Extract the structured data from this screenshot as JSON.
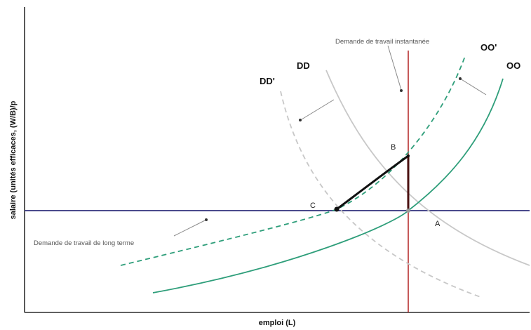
{
  "diagram": {
    "axes": {
      "xlabel": "emploi (L)",
      "ylabel": "salaire (unités efficaces, (W/B)/p"
    },
    "curves": [
      {
        "key": "dd",
        "label": "DD"
      },
      {
        "key": "ddp",
        "label": "DD'"
      },
      {
        "key": "oo",
        "label": "OO"
      },
      {
        "key": "oop",
        "label": "OO'"
      }
    ],
    "points": [
      {
        "key": "a",
        "label": "A"
      },
      {
        "key": "b",
        "label": "B"
      },
      {
        "key": "c",
        "label": "C"
      }
    ],
    "annotations": {
      "instant": "Demande de travail instantanée",
      "longterm": "Demande de travail de long terme"
    },
    "colors": {
      "axis": "#000000",
      "horizontal_line": "#4a4a8c",
      "vertical_line": "#b22222",
      "dd": "#c8c8c8",
      "ddp": "#c8c8c8",
      "oo": "#2e9e7a",
      "oop": "#2e9e7a",
      "path": "#111111",
      "segment_ab": "#4a1010"
    }
  }
}
